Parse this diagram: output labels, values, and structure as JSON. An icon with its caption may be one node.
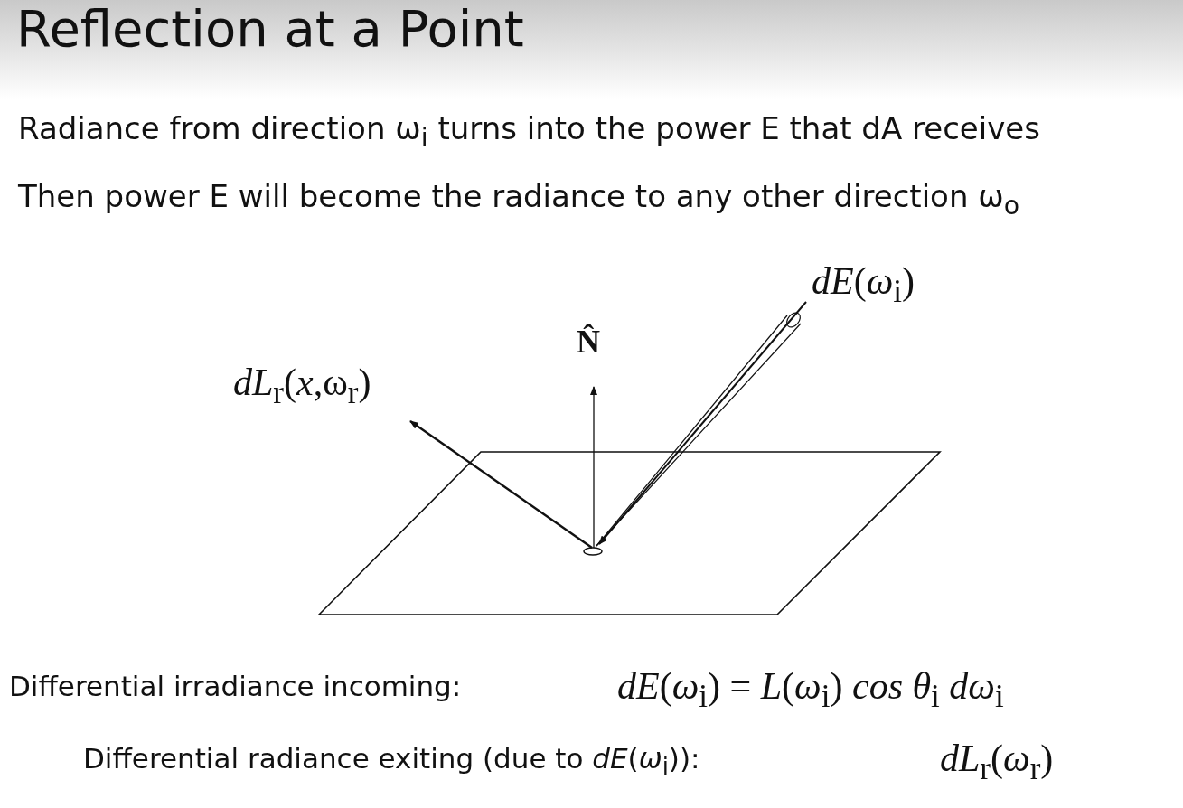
{
  "diagram": {
    "title": "Reflection at a Point",
    "labels": [
      "Radiance from direction ω$_{i}$ turns into the power E that dA receives",
      "Then power E will become the radiance to any other direction ω$_{o}$",
      "*dE*(*ω*$_{i}$)",
      "N̂",
      "*dL*$_{r}$(*x*,ω$_{r}$)",
      "Differential irradiance incoming:",
      "*dE*(*ω*$_{i}$) = *L*(*ω*$_{i}$) *cos θ*$_{i}$ *dω*$_{i}$",
      "Differential radiance exiting (due to *dE*(*ω*$_{i}$)):",
      "*dL*$_{r}$(*ω*$_{r}$)"
    ]
  }
}
